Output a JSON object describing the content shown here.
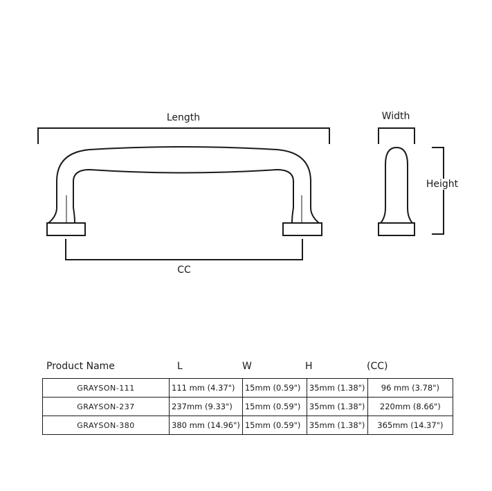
{
  "diagram": {
    "labels": {
      "length": "Length",
      "width": "Width",
      "height": "Height",
      "cc": "CC"
    }
  },
  "table": {
    "headers": [
      "Product Name",
      "L",
      "W",
      "H",
      "(CC)"
    ],
    "rows": [
      [
        "GRAYSON-111",
        "111 mm (4.37\")",
        "15mm (0.59\")",
        "35mm (1.38\")",
        "96 mm (3.78\")"
      ],
      [
        "GRAYSON-237",
        "237mm (9.33\")",
        "15mm (0.59\")",
        "35mm (1.38\")",
        "220mm (8.66\")"
      ],
      [
        "GRAYSON-380",
        "380 mm (14.96\")",
        "15mm (0.59\")",
        "35mm (1.38\")",
        "365mm (14.37\")"
      ]
    ]
  }
}
